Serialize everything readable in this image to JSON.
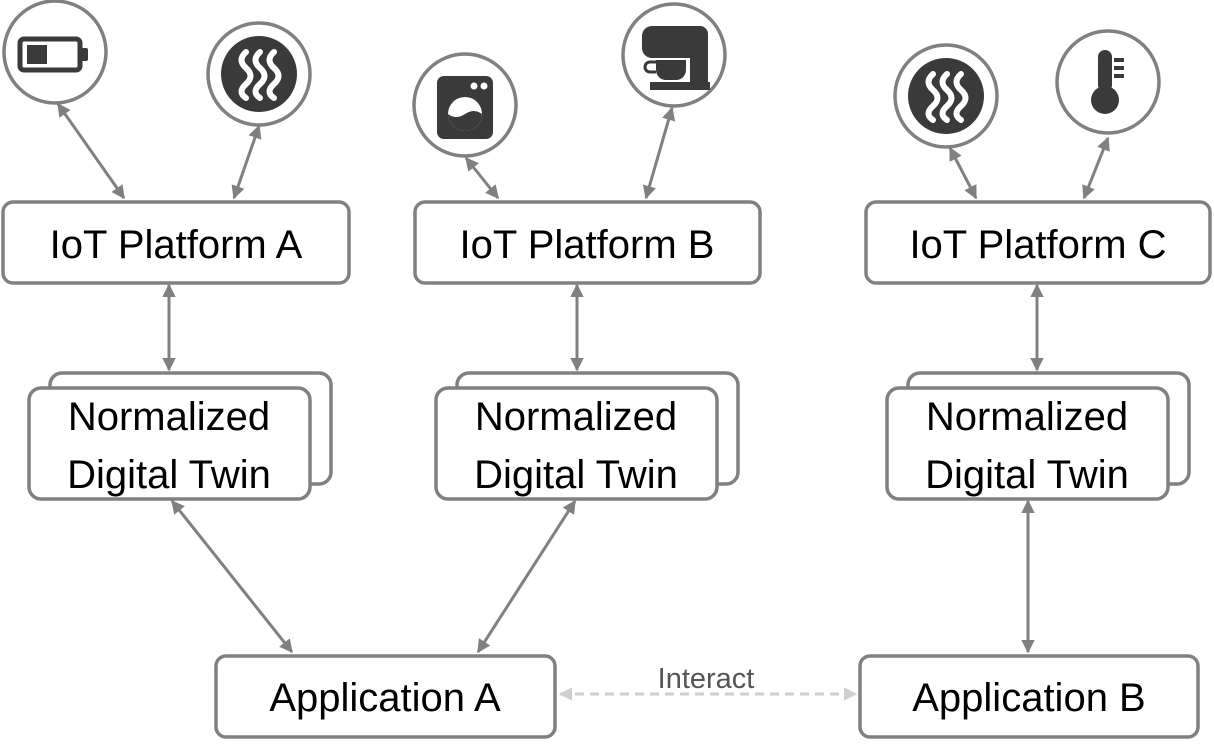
{
  "diagram": {
    "platforms": {
      "a": "IoT Platform A",
      "b": "IoT Platform B",
      "c": "IoT Platform C"
    },
    "twins": {
      "a": {
        "line1": "Normalized",
        "line2": "Digital Twin"
      },
      "b": {
        "line1": "Normalized",
        "line2": "Digital Twin"
      },
      "c": {
        "line1": "Normalized",
        "line2": "Digital Twin"
      }
    },
    "applications": {
      "a": "Application A",
      "b": "Application B"
    },
    "interact_label": "Interact",
    "icons": {
      "a1": "battery-icon",
      "a2": "heating-icon",
      "b1": "washing-machine-icon",
      "b2": "mixer-icon",
      "c1": "heating-icon",
      "c2": "thermometer-icon"
    },
    "colors": {
      "stroke": "#808080",
      "dashed": "#cfcfcf",
      "icon_fill": "#3a3a3a"
    }
  }
}
